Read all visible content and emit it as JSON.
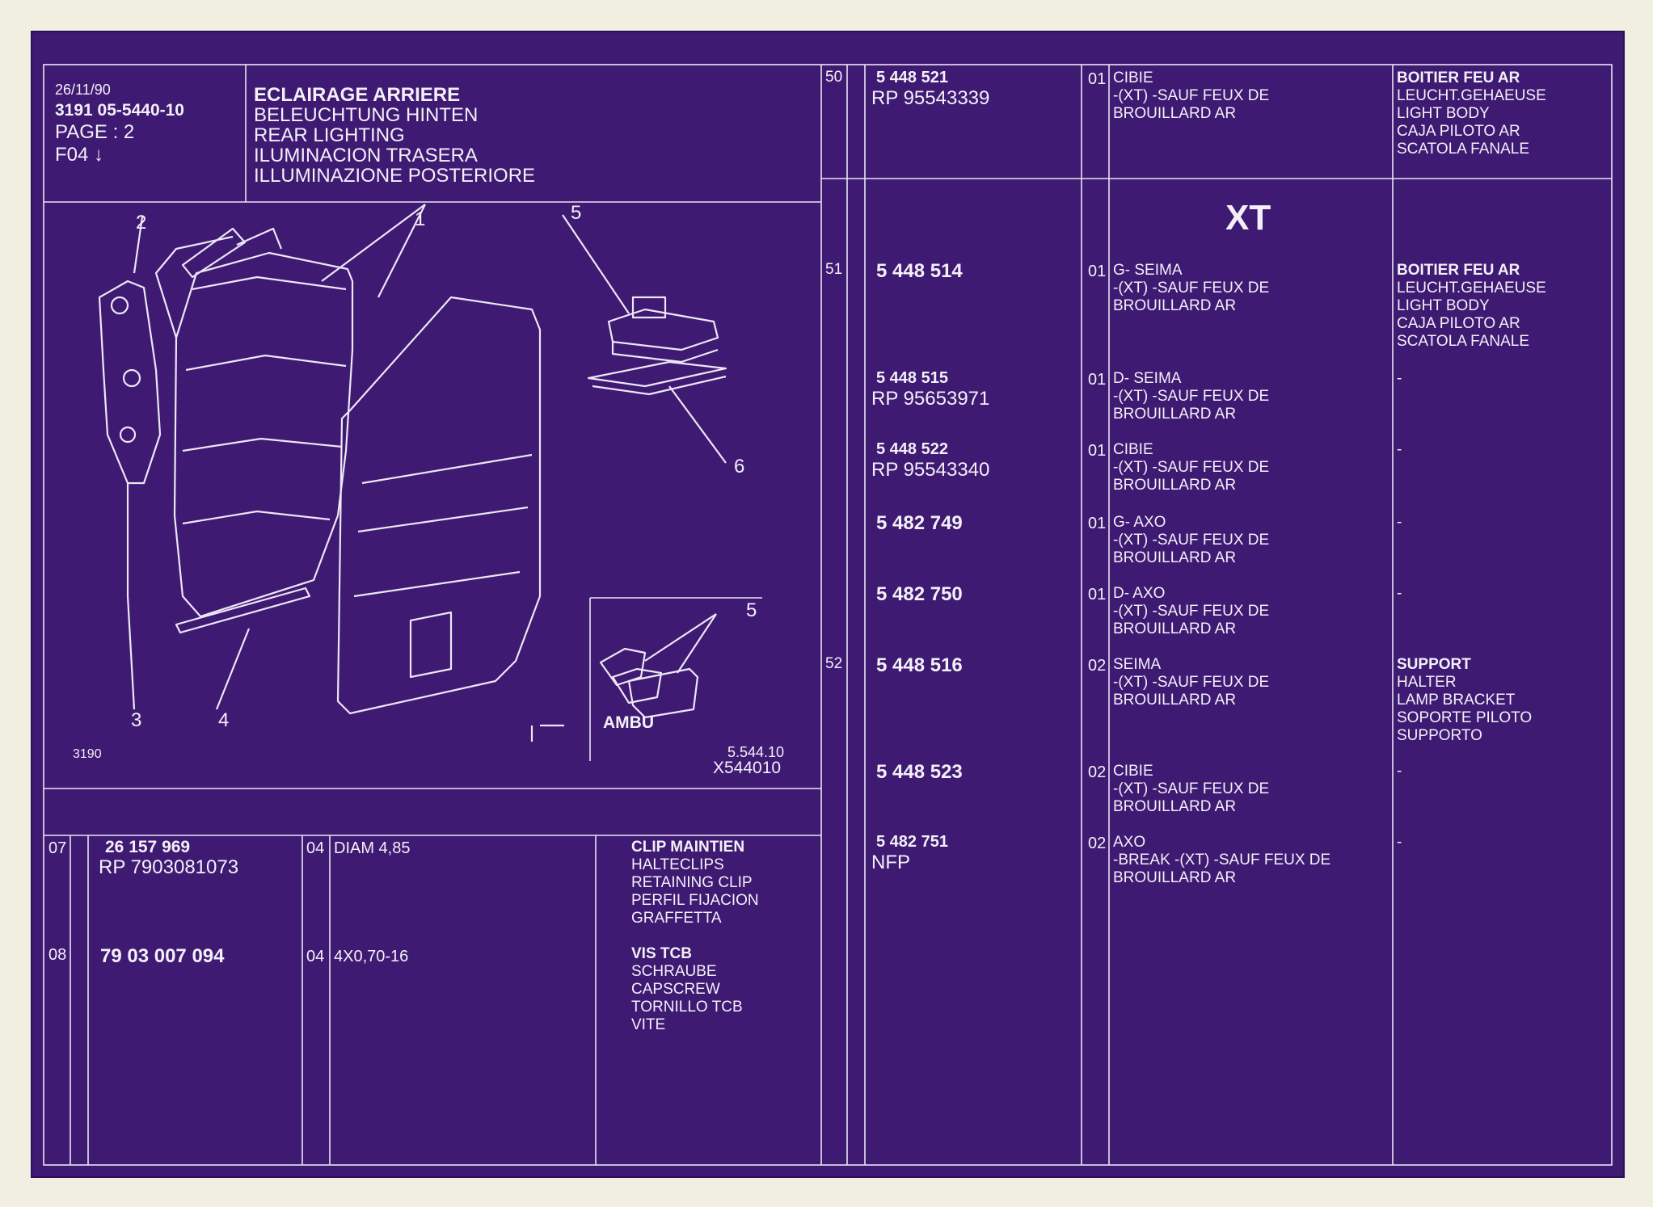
{
  "header": {
    "date": "26/11/90",
    "code": "3191  05-5440-10",
    "page": "PAGE : 2",
    "fiche": "F04 ↓",
    "titles": [
      "ECLAIRAGE ARRIERE",
      "BELEUCHTUNG HINTEN",
      "REAR LIGHTING",
      "ILUMINACION TRASERA",
      "ILLUMINAZIONE POSTERIORE"
    ]
  },
  "illustration": {
    "callouts": [
      "1",
      "2",
      "3",
      "4",
      "5",
      "6",
      "5"
    ],
    "figure_number": "3190",
    "inset_label": "AMBU",
    "ref_code": "5.544.10",
    "ref_code2": "X544010"
  },
  "left_parts": [
    {
      "ref": "07",
      "part": "26 157 969",
      "rp": "RP  7903081073",
      "qty": "04",
      "spec": "DIAM 4,85",
      "desc": [
        "CLIP MAINTIEN",
        "HALTECLIPS",
        "RETAINING CLIP",
        "PERFIL FIJACION",
        "GRAFFETTA"
      ]
    },
    {
      "ref": "08",
      "part": "79 03 007 094",
      "rp": "",
      "qty": "04",
      "spec": "4X0,70-16",
      "desc": [
        "VIS TCB",
        "SCHRAUBE",
        "CAPSCREW",
        "TORNILLO TCB",
        "VITE"
      ]
    }
  ],
  "section_label": "XT",
  "right_parts": [
    {
      "ref": "50",
      "part": "5 448 521",
      "rp": "RP  95543339",
      "qty": "01",
      "maker": "CIBIE",
      "note": [
        "-(XT) -SAUF FEUX DE",
        "BROUILLARD AR"
      ],
      "desc": [
        "BOITIER FEU AR",
        "LEUCHT.GEHAEUSE",
        "LIGHT BODY",
        "CAJA PILOTO AR",
        "SCATOLA FANALE"
      ]
    },
    {
      "ref": "51",
      "part": "5 448 514",
      "rp": "",
      "qty": "01",
      "maker": "G-   SEIMA",
      "note": [
        "-(XT) -SAUF FEUX DE",
        "BROUILLARD AR"
      ],
      "desc": [
        "BOITIER FEU AR",
        "LEUCHT.GEHAEUSE",
        "LIGHT BODY",
        "CAJA PILOTO AR",
        "SCATOLA FANALE"
      ]
    },
    {
      "ref": "",
      "part": "5 448 515",
      "rp": "RP  95653971",
      "qty": "01",
      "maker": "D-   SEIMA",
      "note": [
        "-(XT) -SAUF FEUX DE",
        "BROUILLARD AR"
      ],
      "desc": [
        "-"
      ]
    },
    {
      "ref": "",
      "part": "5 448 522",
      "rp": "RP  95543340",
      "qty": "01",
      "maker": "CIBIE",
      "note": [
        "-(XT) -SAUF FEUX DE",
        "BROUILLARD AR"
      ],
      "desc": [
        "-"
      ]
    },
    {
      "ref": "",
      "part": "5 482 749",
      "rp": "",
      "qty": "01",
      "maker": "G-   AXO",
      "note": [
        "-(XT) -SAUF FEUX DE",
        "BROUILLARD AR"
      ],
      "desc": [
        "-"
      ]
    },
    {
      "ref": "",
      "part": "5 482 750",
      "rp": "",
      "qty": "01",
      "maker": "D-   AXO",
      "note": [
        "-(XT) -SAUF FEUX DE",
        "BROUILLARD AR"
      ],
      "desc": [
        "-"
      ]
    },
    {
      "ref": "52",
      "part": "5 448 516",
      "rp": "",
      "qty": "02",
      "maker": "SEIMA",
      "note": [
        "-(XT) -SAUF FEUX DE",
        "BROUILLARD AR"
      ],
      "desc": [
        "SUPPORT",
        "HALTER",
        "LAMP BRACKET",
        "SOPORTE PILOTO",
        "SUPPORTO"
      ]
    },
    {
      "ref": "",
      "part": "5 448 523",
      "rp": "",
      "qty": "02",
      "maker": "CIBIE",
      "note": [
        "-(XT) -SAUF FEUX DE",
        "BROUILLARD AR"
      ],
      "desc": [
        "-"
      ]
    },
    {
      "ref": "",
      "part": "5 482 751",
      "rp": "NFP",
      "qty": "02",
      "maker": "AXO",
      "note": [
        "-BREAK -(XT) -SAUF FEUX DE",
        "BROUILLARD AR"
      ],
      "desc": [
        "-"
      ]
    }
  ]
}
